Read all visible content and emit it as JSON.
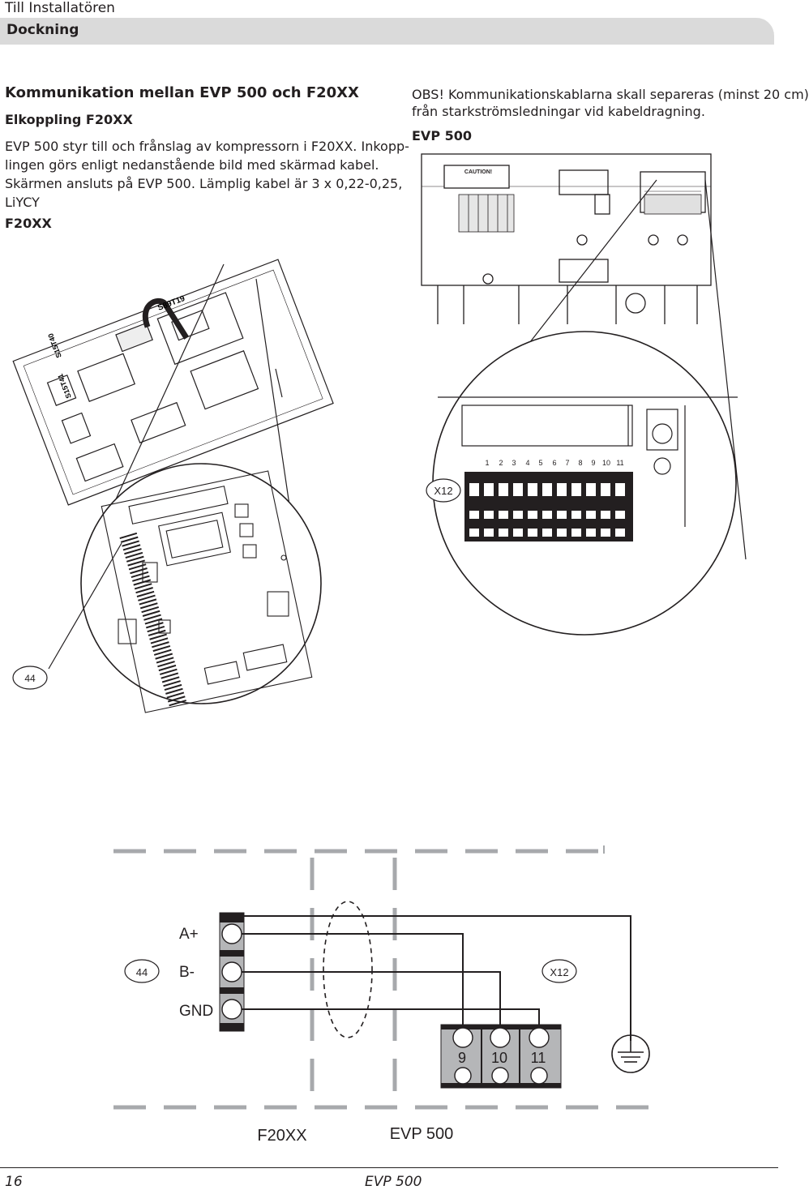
{
  "header": {
    "section": "Till Installatören",
    "tab": "Dockning"
  },
  "content": {
    "heading": "Kommunikation mellan EVP 500 och F20XX",
    "subheading": "Elkoppling F20XX",
    "paragraph_lines": [
      "EVP 500 styr till och frånslag av kompressorn i F20XX. Inkopp-",
      "lingen görs enligt nedanstående bild med skärmad kabel.",
      "Skärmen ansluts på EVP 500. Lämplig kabel är 3 x 0,22-0,25,",
      "LiYCY"
    ],
    "f20xx_label": "F20XX",
    "obs_lines": [
      "OBS! Kommunikationskablarna skall separeras (minst 20 cm)",
      "från starkströmsledningar vid kabeldragning."
    ],
    "evp_label": "EVP 500"
  },
  "illustration": {
    "board_labels": [
      "S89T19",
      "S15T40",
      "S15T41"
    ],
    "caution_label": "CAUTION!",
    "x12_callout": "X12",
    "terminal_numbers": [
      "1",
      "2",
      "3",
      "4",
      "5",
      "6",
      "7",
      "8",
      "9",
      "10",
      "11"
    ],
    "callout_44": "44"
  },
  "wiring": {
    "signals": [
      "A+",
      "B-",
      "GND"
    ],
    "left_connector": "44",
    "right_connector": "X12",
    "x12_terminals": [
      "9",
      "10",
      "11"
    ],
    "left_unit": "F20XX",
    "right_unit": "EVP 500"
  },
  "footer": {
    "page_number": "16",
    "product": "EVP 500"
  }
}
